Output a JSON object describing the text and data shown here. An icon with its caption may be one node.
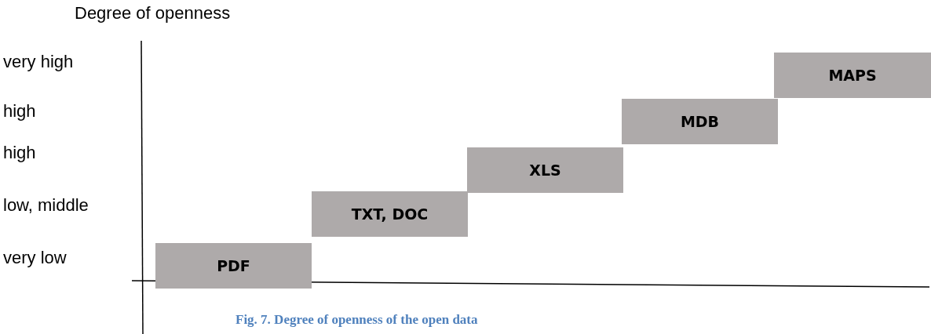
{
  "diagram": {
    "title": "Degree of openness",
    "caption": "Fig. 7. Degree of openness of the open data",
    "nodes": [
      {
        "text": [
          "PDF"
        ]
      },
      {
        "text": [
          "TXT, DOC"
        ]
      },
      {
        "text": [
          "XLS"
        ]
      },
      {
        "text": [
          "MDB"
        ]
      },
      {
        "text": [
          "MAPS"
        ]
      }
    ],
    "labels": [
      "very high",
      "high",
      "high",
      "low, middle",
      "very low"
    ]
  }
}
